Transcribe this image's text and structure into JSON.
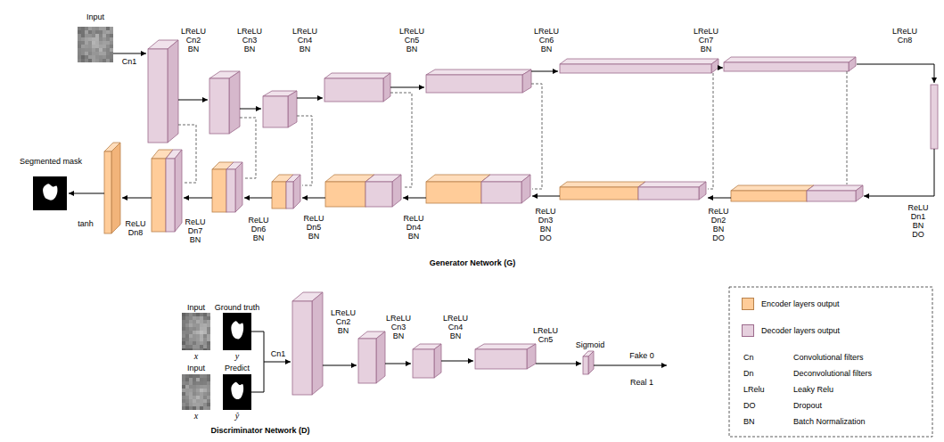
{
  "diagram": {
    "labels": [
      "Input",
      "Cn1",
      "LReLU Cn2 BN",
      "LReLU Cn3 BN",
      "LReLU Cn4 BN",
      "LReLU Cn5 BN",
      "LReLU Cn6 BN",
      "LReLU Cn7 BN",
      "LReLU Cn8",
      "Segmented mask",
      "ReLU Dn1 BN DO",
      "ReLU Dn2 BN DO",
      "ReLU Dn3 BN DO",
      "ReLU Dn4 BN",
      "ReLU Dn5 BN",
      "ReLU Dn6 BN",
      "ReLU Dn7 BN",
      "ReLU Dn8",
      "tanh",
      "Generator Network (G)",
      "Input",
      "Ground truth",
      "x",
      "y",
      "Input",
      "Predict",
      "x",
      "ŷ",
      "Cn1",
      "LReLU Cn2 BN",
      "LReLU Cn3 BN",
      "LReLU Cn4 BN",
      "LReLU Cn5",
      "Sigmoid",
      "Fake 0",
      "Real 1",
      "Discriminator Network (D)",
      "Cn",
      "Convolutional filters",
      "Dn",
      "Deconvolutional filters",
      "LRelu",
      "Leaky Relu",
      "DO",
      "Dropout",
      "BN",
      "Batch Normalization"
    ],
    "legend": [
      {
        "text": "Encoder layers output",
        "color": "#FFCC99"
      },
      {
        "text": "Decoder layers output",
        "color": "#E6D0DE"
      }
    ]
  }
}
